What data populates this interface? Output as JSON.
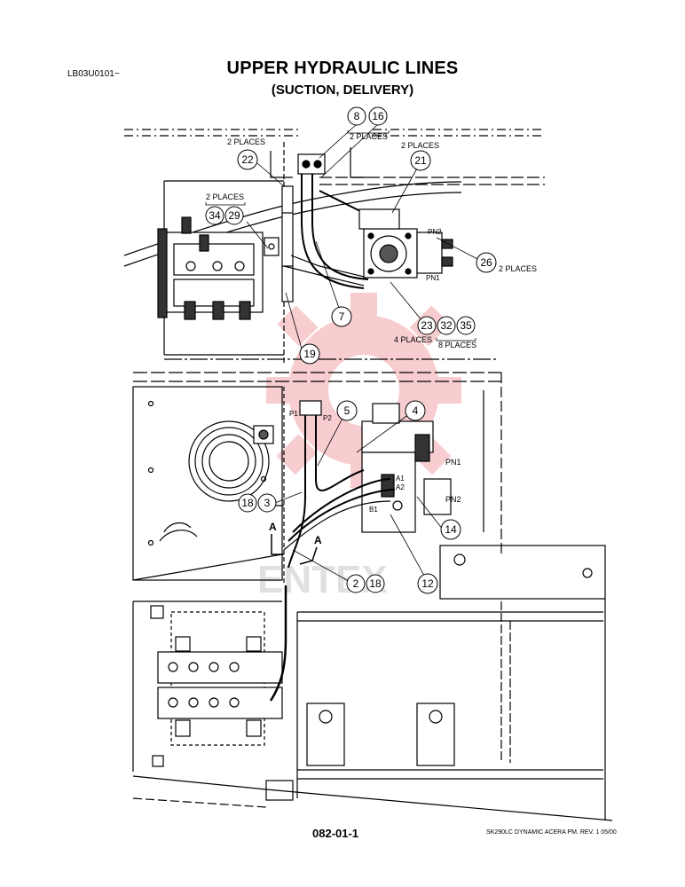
{
  "header": {
    "doc_code": "LB03U0101~",
    "title": "UPPER HYDRAULIC LINES",
    "subtitle": "(SUCTION, DELIVERY)"
  },
  "footer": {
    "page_number": "082-01-1",
    "doc_ref": "SK290LC DYNAMIC ACERA PM. REV. 1 05/00"
  },
  "watermark": "ENTEX",
  "callouts": {
    "c8": "8",
    "c16": "16",
    "c22": "22",
    "c21": "21",
    "c34": "34",
    "c29": "29",
    "c26": "26",
    "c7": "7",
    "c23": "23",
    "c32": "32",
    "c35": "35",
    "c19": "19",
    "c5": "5",
    "c4": "4",
    "c18a": "18",
    "c3": "3",
    "c14": "14",
    "c2": "2",
    "c18b": "18",
    "c12": "12"
  },
  "notes": {
    "n8_16": "2 PLACES",
    "n22": "2 PLACES",
    "n21": "2 PLACES",
    "n34_29": "2 PLACES",
    "n26": "2 PLACES",
    "n23_4": "4 PLACES",
    "n32_35_8": "8 PLACES"
  },
  "port_labels": {
    "pn2_top": "PN2",
    "pn1_top": "PN1",
    "p1": "P1",
    "p2": "P2",
    "pn1_mid": "PN1",
    "pn2_mid": "PN2",
    "a1": "A1",
    "a2": "A2",
    "b1": "B1"
  },
  "view_labels": {
    "view_a_left": "A",
    "view_a_right": "A"
  }
}
